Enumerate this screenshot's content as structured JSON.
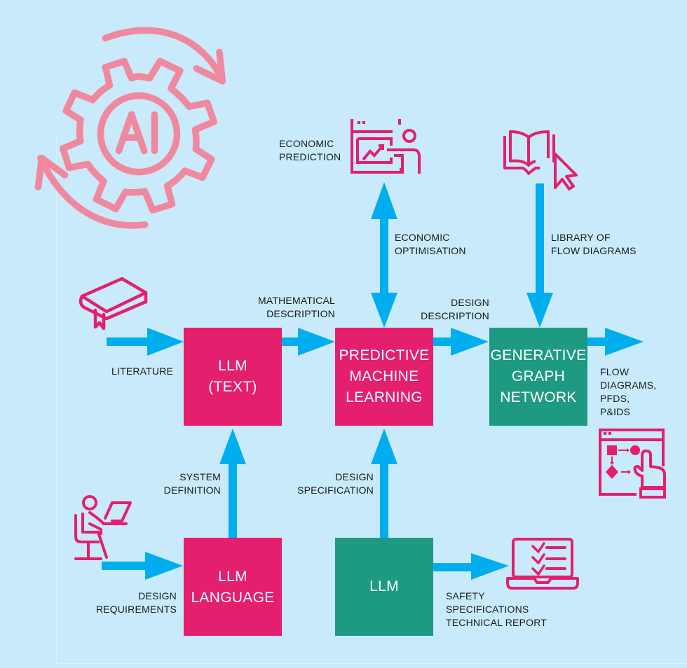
{
  "colors": {
    "background": "#c8eafb",
    "arrow": "#00aeef",
    "magenta": "#e41f6d",
    "green": "#1e9a82",
    "logo_pink": "#f0889e"
  },
  "logo": {
    "icon": "ai-gear-cycle-icon",
    "text": "AI"
  },
  "nodes": {
    "llm_text": {
      "label": "LLM\n(TEXT)"
    },
    "predictive_ml": {
      "label": "PREDICTIVE\nMACHINE\nLEARNING"
    },
    "generative_graph": {
      "label": "GENERATIVE\nGRAPH\nNETWORK"
    },
    "llm_language": {
      "label": "LLM\nLANGUAGE"
    },
    "llm": {
      "label": "LLM"
    }
  },
  "labels": {
    "literature": "LITERATURE",
    "mathematical_description": "MATHEMATICAL\nDESCRIPTION",
    "economic_prediction": "ECONOMIC\nPREDICTION",
    "economic_optimisation": "ECONOMIC\nOPTIMISATION",
    "design_description": "DESIGN\nDESCRIPTION",
    "library_of_flow_diagrams": "LIBRARY OF\nFLOW DIAGRAMS",
    "flow_diagrams_output": "FLOW\nDIAGRAMS,\nPFDS,\nP&IDS",
    "system_definition": "SYSTEM\nDEFINITION",
    "design_specification": "DESIGN\nSPECIFICATION",
    "design_requirements": "DESIGN\nREQUIREMENTS",
    "safety_report": "SAFETY\nSPECIFICATIONS\nTECHNICAL REPORT"
  },
  "icons": {
    "book": "book-icon",
    "economic_prediction": "presentation-chart-icon",
    "library": "open-book-cursor-icon",
    "flow_diagram": "flowchart-touch-icon",
    "designer": "person-at-laptop-icon",
    "report": "laptop-checklist-icon"
  }
}
